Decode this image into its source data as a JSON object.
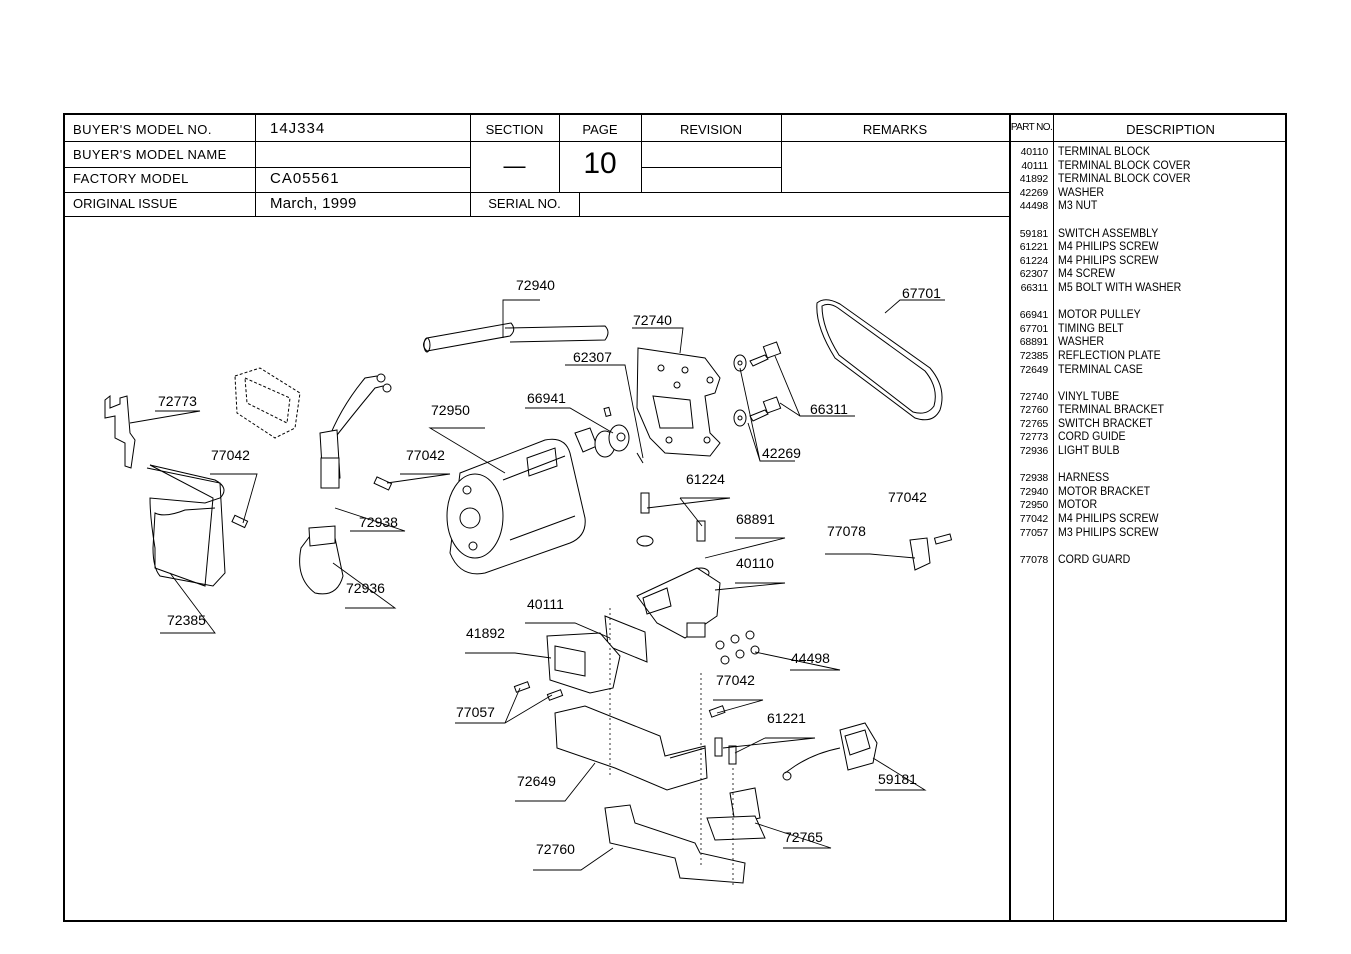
{
  "header": {
    "buyers_model_no_label": "BUYER'S MODEL NO.",
    "buyers_model_no": "14J334",
    "buyers_model_name_label": "BUYER'S MODEL NAME",
    "buyers_model_name": "",
    "factory_model_label": "FACTORY MODEL",
    "factory_model": "CA05561",
    "original_issue_label": "ORIGINAL ISSUE",
    "original_issue": "March, 1999",
    "section_label": "SECTION",
    "section": "—",
    "page_label": "PAGE",
    "page": "10",
    "revision_label": "REVISION",
    "remarks_label": "REMARKS",
    "serial_label": "SERIAL NO.",
    "part_no_label": "PART NO.",
    "description_label": "DESCRIPTION"
  },
  "parts_groups": [
    [
      {
        "no": "40110",
        "desc": "TERMINAL BLOCK"
      },
      {
        "no": "40111",
        "desc": "TERMINAL BLOCK COVER"
      },
      {
        "no": "41892",
        "desc": "TERMINAL BLOCK COVER"
      },
      {
        "no": "42269",
        "desc": "WASHER"
      },
      {
        "no": "44498",
        "desc": "M3 NUT"
      }
    ],
    [
      {
        "no": "59181",
        "desc": "SWITCH ASSEMBLY"
      },
      {
        "no": "61221",
        "desc": "M4 PHILIPS SCREW"
      },
      {
        "no": "61224",
        "desc": "M4 PHILIPS SCREW"
      },
      {
        "no": "62307",
        "desc": "M4 SCREW"
      },
      {
        "no": "66311",
        "desc": "M5 BOLT WITH WASHER"
      }
    ],
    [
      {
        "no": "66941",
        "desc": "MOTOR PULLEY"
      },
      {
        "no": "67701",
        "desc": "TIMING BELT"
      },
      {
        "no": "68891",
        "desc": "WASHER"
      },
      {
        "no": "72385",
        "desc": "REFLECTION PLATE"
      },
      {
        "no": "72649",
        "desc": "TERMINAL CASE"
      }
    ],
    [
      {
        "no": "72740",
        "desc": "VINYL TUBE"
      },
      {
        "no": "72760",
        "desc": "TERMINAL BRACKET"
      },
      {
        "no": "72765",
        "desc": "SWITCH BRACKET"
      },
      {
        "no": "72773",
        "desc": "CORD GUIDE"
      },
      {
        "no": "72936",
        "desc": "LIGHT BULB"
      }
    ],
    [
      {
        "no": "72938",
        "desc": "HARNESS"
      },
      {
        "no": "72940",
        "desc": "MOTOR BRACKET"
      },
      {
        "no": "72950",
        "desc": "MOTOR"
      },
      {
        "no": "77042",
        "desc": "M4 PHILIPS SCREW"
      },
      {
        "no": "77057",
        "desc": "M3 PHILIPS SCREW"
      }
    ],
    [
      {
        "no": "77078",
        "desc": "CORD GUARD"
      }
    ]
  ],
  "callouts": [
    "72940",
    "72740",
    "67701",
    "62307",
    "66311",
    "72950",
    "66941",
    "42269",
    "72773",
    "77042",
    "77042",
    "61224",
    "77042",
    "72938",
    "68891",
    "77078",
    "72936",
    "40110",
    "72385",
    "40111",
    "41892",
    "44498",
    "77042",
    "77057",
    "61221",
    "59181",
    "72649",
    "72765",
    "72760"
  ]
}
